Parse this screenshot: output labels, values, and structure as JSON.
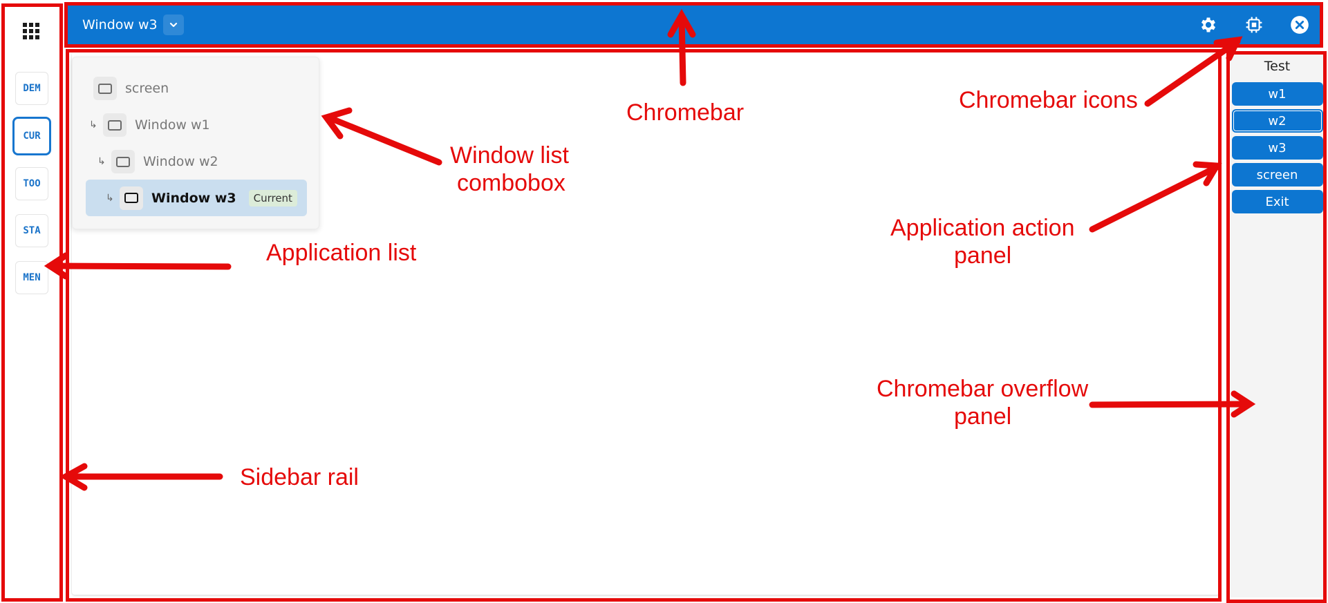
{
  "sidebar": {
    "apps_icon": "apps-grid-icon",
    "apps": [
      {
        "label": "DEM",
        "active": false
      },
      {
        "label": "CUR",
        "active": true
      },
      {
        "label": "TOO",
        "active": false
      },
      {
        "label": "STA",
        "active": false
      },
      {
        "label": "MEN",
        "active": false
      }
    ]
  },
  "chromebar": {
    "title": "Window w3",
    "combo_icon": "chevron-down-icon",
    "icons": [
      "gear-icon",
      "chip-icon",
      "close-circle-icon"
    ],
    "color": "#0d76d1"
  },
  "window_list": {
    "items": [
      {
        "label": "screen",
        "depth": 0,
        "current": false
      },
      {
        "label": "Window w1",
        "depth": 1,
        "current": false
      },
      {
        "label": "Window w2",
        "depth": 2,
        "current": false
      },
      {
        "label": "Window w3",
        "depth": 3,
        "current": true
      }
    ],
    "current_badge": "Current"
  },
  "action_panel": {
    "title": "Test",
    "buttons": [
      {
        "label": "w1",
        "focused": false
      },
      {
        "label": "w2",
        "focused": true
      },
      {
        "label": "w3",
        "focused": false
      },
      {
        "label": "screen",
        "focused": false
      },
      {
        "label": "Exit",
        "focused": false
      }
    ]
  },
  "annotations": {
    "chromebar": "Chromebar",
    "chromebar_icons": "Chromebar icons",
    "window_list_line1": "Window list",
    "window_list_line2": "combobox",
    "application_list": "Application list",
    "app_action_line1": "Application action",
    "app_action_line2": "panel",
    "overflow_line1": "Chromebar overflow",
    "overflow_line2": "panel",
    "sidebar_rail": "Sidebar rail",
    "color": "#e50a0a"
  }
}
